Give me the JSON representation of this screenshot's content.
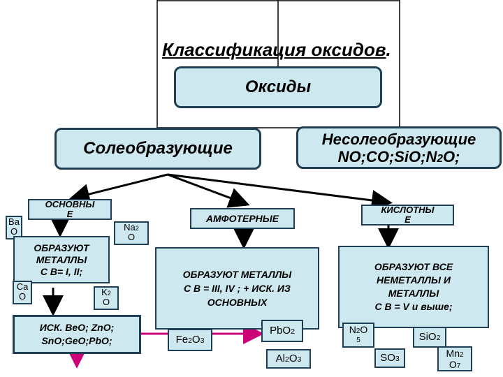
{
  "title": "Классификация оксидов",
  "title_dot": ".",
  "root": "Оксиды",
  "salt_forming": "Солеобразующие",
  "non_salt_forming": {
    "line1": "Несолеобразующие",
    "line2_pre": "NO;CO;SiO;N",
    "line2_sub": "2",
    "line2_post": "O;"
  },
  "basic": {
    "label_line1": "ОСНОВНЫ",
    "label_line2": "Е",
    "desc_line1": "ОБРАЗУЮТ",
    "desc_line2": "МЕТАЛЛЫ",
    "desc_line3": "С  В= I, II;",
    "examples": {
      "bao_1": "Ba",
      "bao_2": "O",
      "na2o_1": "Na",
      "na2o_sub": "2",
      "na2o_2": "O",
      "cao_1": "Ca",
      "cao_2": "O",
      "k2o_1": "K",
      "k2o_sub": "2",
      "k2o_2": "O"
    },
    "exceptions_line1": "ИСК. BeO; ZnO;",
    "exceptions_line2": "SnO;GeO;PbO;"
  },
  "amphoteric": {
    "label": "АМФОТЕРНЫЕ",
    "desc_line1": "ОБРАЗУЮТ МЕТАЛЛЫ",
    "desc_line2": "С В = III, IV ; + ИСК. ИЗ",
    "desc_line3": "ОСНОВНЫХ",
    "examples": {
      "fe": "Fe",
      "fe_s1": "2",
      "fe_o": "O",
      "fe_s2": "3",
      "pb": "PbO",
      "pb_s": "2",
      "al": "Al",
      "al_s1": "2",
      "al_o": "O",
      "al_s2": "3"
    }
  },
  "acidic": {
    "label_line1": "КИСЛОТНЫ",
    "label_line2": "Е",
    "desc_line1": "ОБРАЗУЮТ ВСЕ",
    "desc_line2": "НЕМЕТАЛЛЫ И",
    "desc_line3": "МЕТАЛЛЫ",
    "desc_line4": "С   В = V и выше;",
    "examples": {
      "n": "N",
      "n_s1": "2",
      "n_o": "O",
      "n_s2": "5",
      "si": "SiO",
      "si_s": "2",
      "so": "SO",
      "so_s": "3",
      "mn": "Mn",
      "mn_s1": "2",
      "mn_o": "O",
      "mn_s2": "7"
    }
  },
  "colors": {
    "box_fill": "#cde8ee",
    "border": "#1f3f55",
    "arrow": "#000000",
    "highlight_arrow": "#cc0077"
  }
}
